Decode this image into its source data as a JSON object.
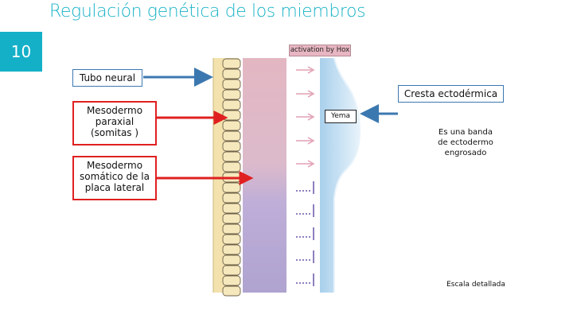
{
  "slide": {
    "title": "Regulación genética de los miembros",
    "number": "10"
  },
  "labels": {
    "tubo_neural": "Tubo neural",
    "mesodermo_paraxial": "Mesodermo paraxial (somitas )",
    "mesodermo_somatico": "Mesodermo somático de la placa lateral",
    "cresta": "Cresta ectodérmica",
    "yema": "Yema",
    "banda": "Es una banda de ectodermo engrosado",
    "escala": "Escala detallada",
    "hox": "activation by Hox"
  },
  "colors": {
    "accent": "#14b0c8",
    "blue_arrow": "#3c78b0",
    "red_arrow": "#e02020",
    "neural_tube": "#f3e2ae",
    "mesoderm_top": "#e3b7c2",
    "mesoderm_bottom": "#b2a6d2",
    "ectoderm": "#bcd9ef"
  }
}
